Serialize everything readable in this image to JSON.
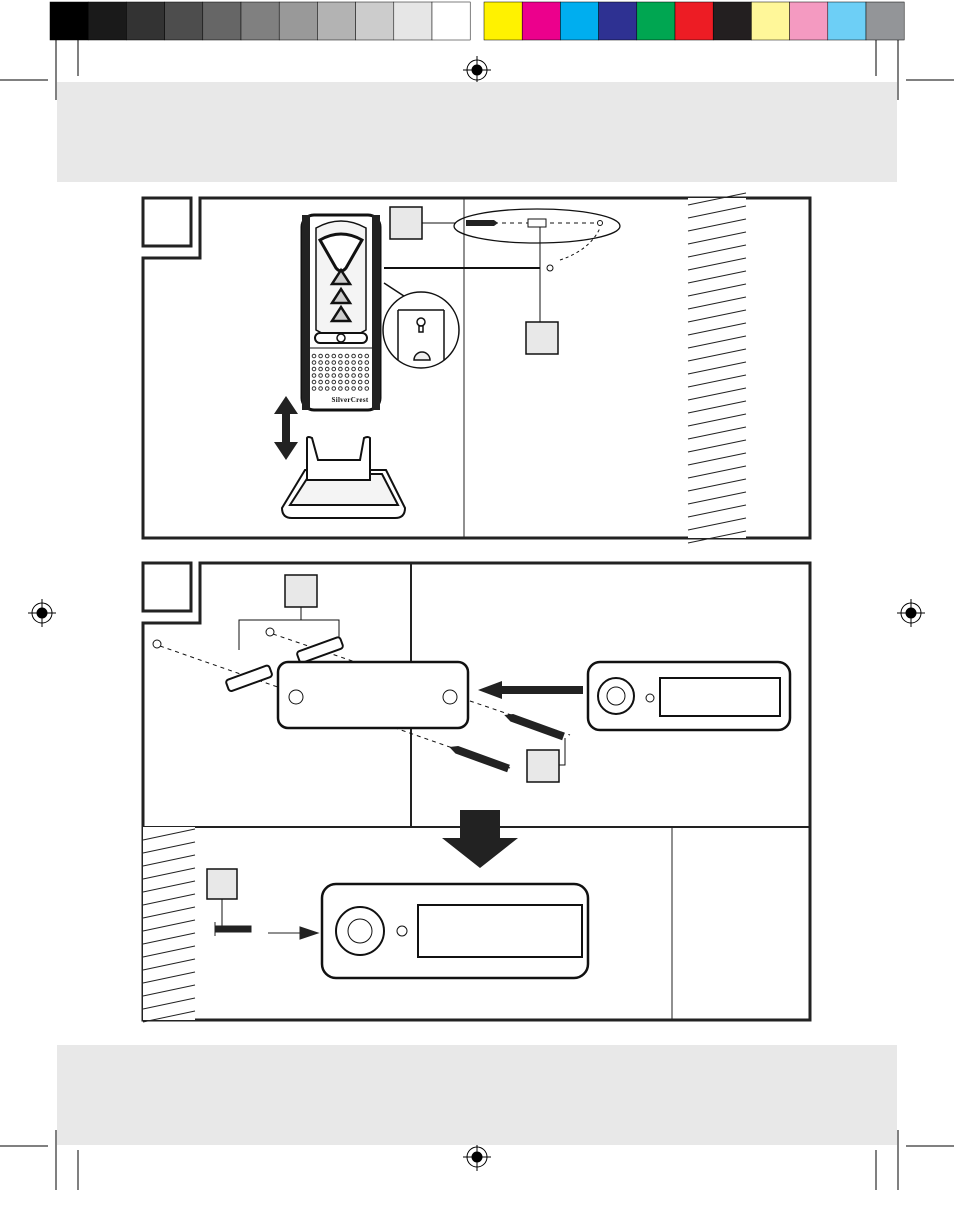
{
  "brand": {
    "logo_text": "SilverCrest"
  },
  "color_bar": {
    "grays": [
      "#000000",
      "#1a1a1a",
      "#333333",
      "#4d4d4d",
      "#666666",
      "#808080",
      "#999999",
      "#b3b3b3",
      "#cccccc",
      "#e6e6e6",
      "#ffffff"
    ],
    "colors": [
      "#fff200",
      "#ec008c",
      "#00aeef",
      "#2e3192",
      "#00a651",
      "#ed1c24",
      "#231f20",
      "#fff799",
      "#f49ac1",
      "#6dcff6",
      "#939598"
    ]
  },
  "panels": [
    {
      "name": "step-mount-receiver"
    },
    {
      "name": "step-mount-push-button"
    }
  ]
}
